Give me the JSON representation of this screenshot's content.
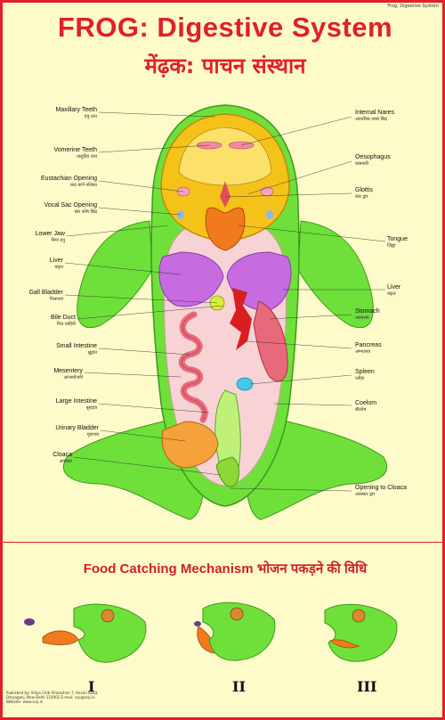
{
  "corner_note": "Frog, Digestive System",
  "title_en": "FROG: Digestive System",
  "title_hi": "मेंढ़क: पाचन संस्थान",
  "left_labels": [
    {
      "en": "Maxillary Teeth",
      "hi": "हनु दन्त"
    },
    {
      "en": "Vomerine Teeth",
      "hi": "तालुदिय दन्त"
    },
    {
      "en": "Eustachian Opening",
      "hi": "कंठ कर्ण नलिका"
    },
    {
      "en": "Vocal Sac Opening",
      "hi": "स्वर कोष छिद्र"
    },
    {
      "en": "Lower Jaw",
      "hi": "निम्न हनु"
    },
    {
      "en": "Liver",
      "hi": "यकृत"
    },
    {
      "en": "Gall Bladder",
      "hi": "पित्ताशय"
    },
    {
      "en": "Bile Duct",
      "hi": "पित्त वाहिनी"
    },
    {
      "en": "Small Intestine",
      "hi": "क्षुद्रांत"
    },
    {
      "en": "Mesentery",
      "hi": "आन्त्रयोजनी"
    },
    {
      "en": "Large Intestine",
      "hi": "बृहदांत्र"
    },
    {
      "en": "Urinary Bladder",
      "hi": "मूत्राशय"
    },
    {
      "en": "Cloaca",
      "hi": "अवस्कर"
    }
  ],
  "right_labels": [
    {
      "en": "Internal Nares",
      "hi": "आन्तरिक नासा छिद्र"
    },
    {
      "en": "Oesophagus",
      "hi": "ग्रासनली"
    },
    {
      "en": "Glottis",
      "hi": "कंठ द्वार"
    },
    {
      "en": "Tongue",
      "hi": "जिह्वा"
    },
    {
      "en": "Liver",
      "hi": "यकृत"
    },
    {
      "en": "Stomach",
      "hi": "आमाशय"
    },
    {
      "en": "Pancreas",
      "hi": "अग्न्याशय"
    },
    {
      "en": "Spleen",
      "hi": "प्लीहा"
    },
    {
      "en": "Coelom",
      "hi": "सीलोम"
    },
    {
      "en": "Opening to Cloaca",
      "hi": "अवस्कर द्वार"
    }
  ],
  "food_catching_title": "Food Catching Mechanism भोजन पकड़ने की विधि",
  "stages": [
    "I",
    "II",
    "III"
  ],
  "publisher": "Published by: Vidya Chitr Prakashan 7, Ansari Road, Daryaganj, New Delhi-110002 E-mail: vcp@vcp.in Website: www.vcp.in",
  "colors": {
    "title": "#e0202a",
    "background": "#fdfbc9",
    "frog_skin": "#6fe03a",
    "liver": "#c66be0",
    "stomach": "#e86a7a",
    "tongue": "#f07a1c",
    "head": "#f5c21a"
  }
}
